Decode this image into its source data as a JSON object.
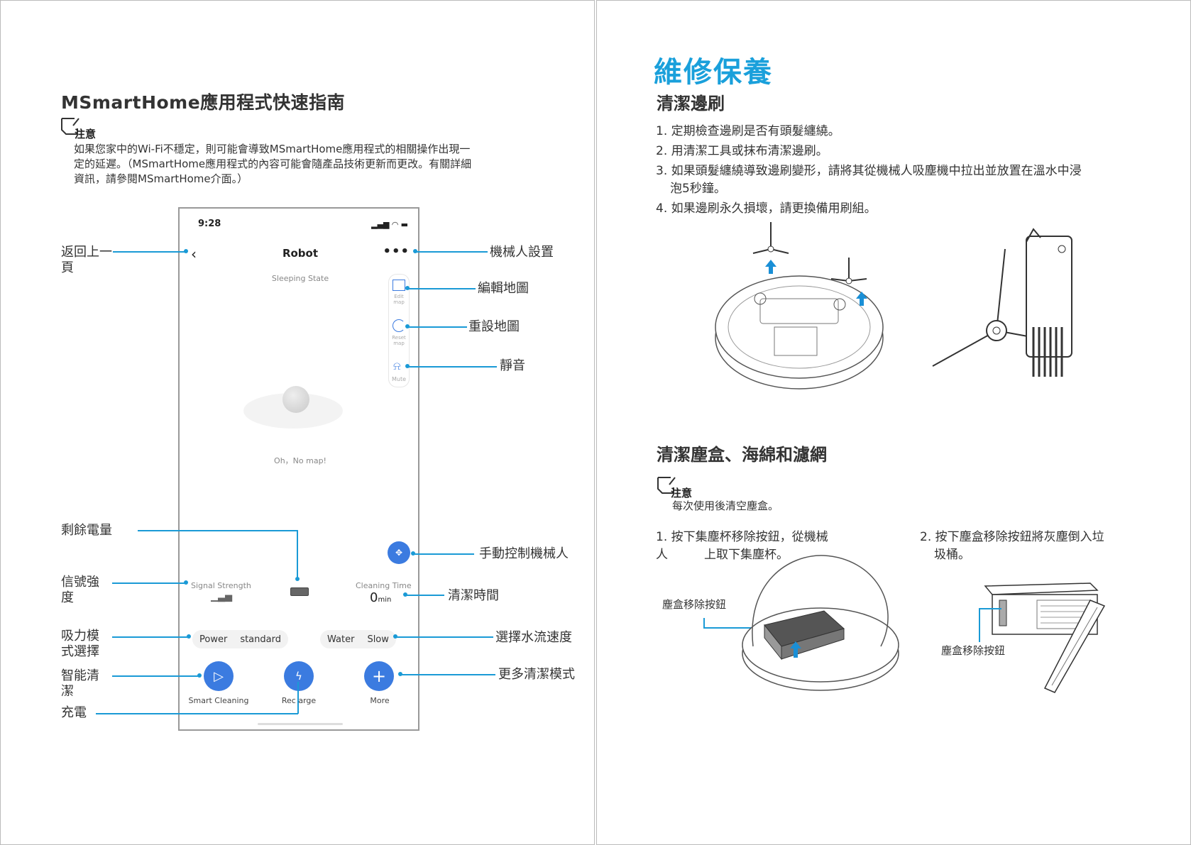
{
  "left": {
    "title": "MSmartHome應用程式快速指南",
    "note_label": "注意",
    "note_lines": [
      "如果您家中的Wi-Fi不穩定，則可能會導致MSmartHome應用程式的相關操作出現一",
      "定的延遲。（MSmartHome應用程式的內容可能會隨產品技術更新而更改。有關詳細",
      "資訊，請參閱MSmartHome介面。）"
    ],
    "phone": {
      "time": "9:28",
      "title": "Robot",
      "state": "Sleeping State",
      "side_tools": [
        "Edit map",
        "Reset map",
        "Mute"
      ],
      "no_map": "Oh，No map!",
      "signal_label": "Signal Strength",
      "cleaning_time_label": "Cleaning Time",
      "cleaning_time_value": "0",
      "cleaning_time_unit": "min",
      "power_label": "Power",
      "power_value": "standard",
      "water_label": "Water",
      "water_value": "Slow",
      "buttons": [
        "Smart Cleaning",
        "Rec  arge",
        "More"
      ]
    },
    "callouts_left": [
      "返回上一",
      "頁",
      "剩餘電量",
      "信號強",
      "度",
      "吸力模",
      "式選擇",
      "智能清",
      "潔",
      "充電"
    ],
    "callouts_right": [
      "機械人設置",
      "編輯地圖",
      "重設地圖",
      "靜音",
      "手動控制機械人",
      "清潔時間",
      "選擇水流速度",
      "更多清潔模式"
    ]
  },
  "right": {
    "title": "維修保養",
    "section1": "清潔邊刷",
    "steps1": [
      "1. 定期檢查邊刷是否有頭髮纏繞。",
      "2. 用清潔工具或抹布清潔邊刷。",
      "3. 如果頭髮纏繞導致邊刷變形，請將其從機械人吸塵機中拉出並放置在溫水中浸",
      "泡5秒鐘。",
      "4. 如果邊刷永久損壞，請更換備用刷組。"
    ],
    "section2": "清潔塵盒、海綿和濾網",
    "note_label": "注意",
    "note_text": "每次使用後清空塵盒。",
    "step_a": [
      "1. 按下集塵杯移除按鈕，從機械",
      "人　　　上取下集塵杯。"
    ],
    "step_b": [
      "2. 按下塵盒移除按鈕將灰塵倒入垃",
      "圾桶。"
    ],
    "label_a": "塵盒移除按鈕",
    "label_b": "塵盒移除按鈕"
  },
  "accent": "#1aa0db"
}
